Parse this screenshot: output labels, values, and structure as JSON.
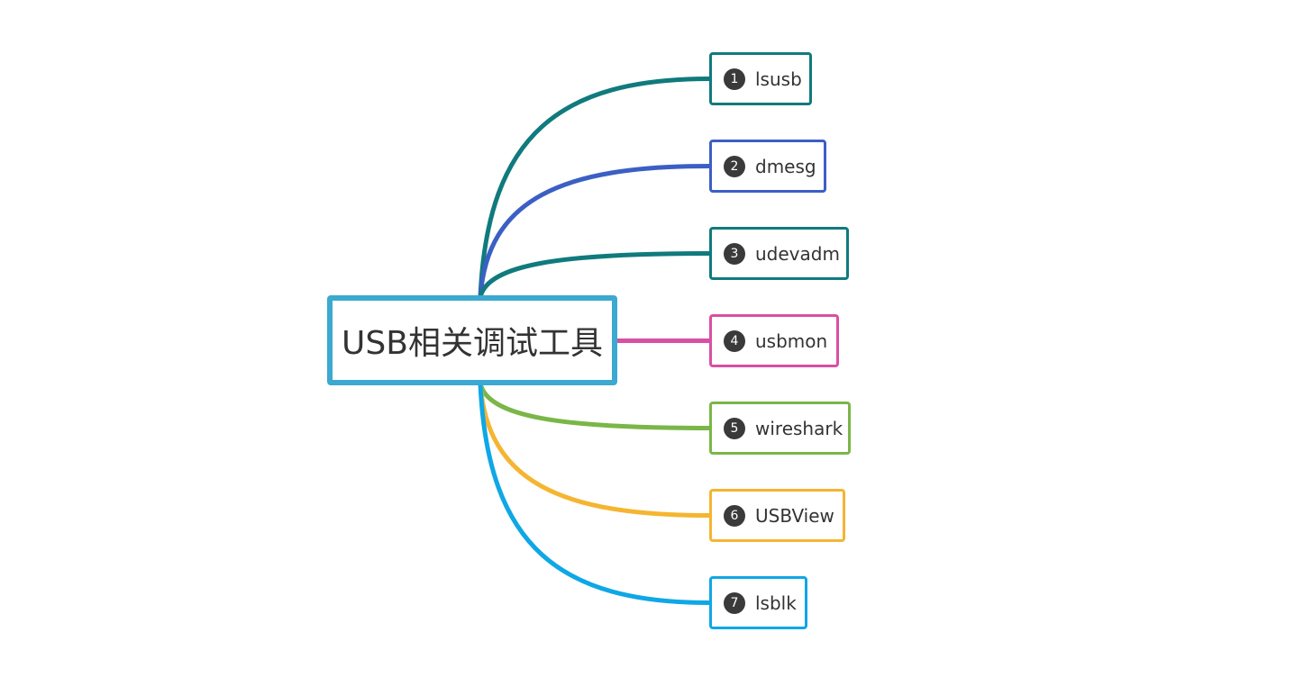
{
  "central": {
    "title": "USB相关调试工具",
    "border_color": "#3ba9d0"
  },
  "branches": [
    {
      "index": "1",
      "label": "lsusb",
      "color": "#107a7d"
    },
    {
      "index": "2",
      "label": "dmesg",
      "color": "#3b5fc4"
    },
    {
      "index": "3",
      "label": "udevadm",
      "color": "#107a7d"
    },
    {
      "index": "4",
      "label": "usbmon",
      "color": "#d94fa3"
    },
    {
      "index": "5",
      "label": "wireshark",
      "color": "#7ab648"
    },
    {
      "index": "6",
      "label": "USBView",
      "color": "#f5b531"
    },
    {
      "index": "7",
      "label": "lsblk",
      "color": "#0fa7e6"
    }
  ],
  "badge_color": "#3a3a3a"
}
